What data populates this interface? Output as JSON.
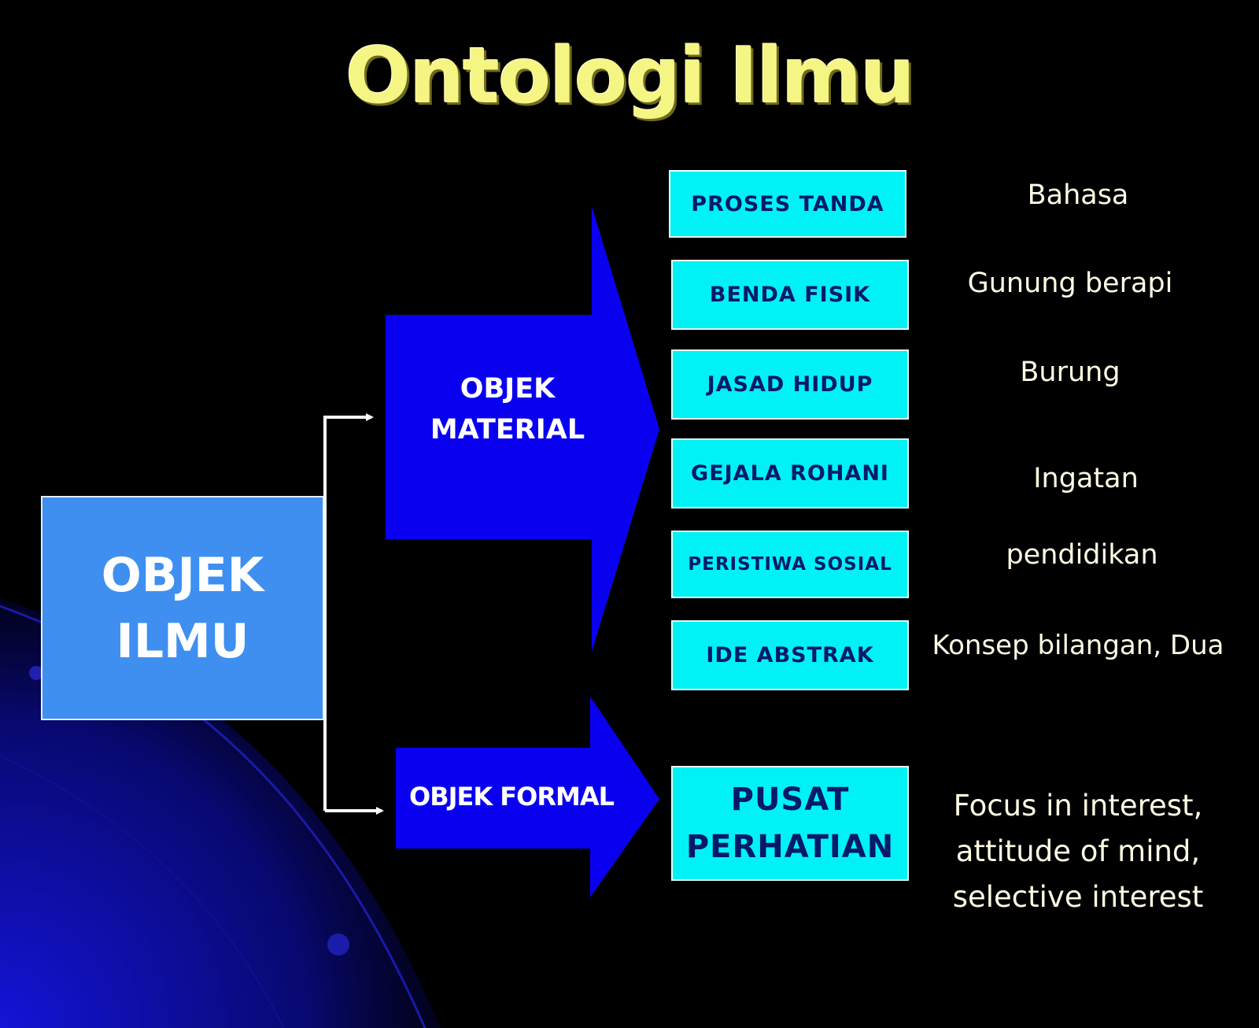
{
  "title": "Ontologi Ilmu",
  "root": {
    "line1": "OBJEK",
    "line2": "ILMU"
  },
  "objek_material": {
    "line1": "OBJEK",
    "line2": "MATERIAL"
  },
  "objek_formal": {
    "label": "OBJEK FORMAL"
  },
  "material_items": [
    {
      "category": "PROSES TANDA",
      "example": "Bahasa"
    },
    {
      "category": "BENDA FISIK",
      "example": "Gunung berapi"
    },
    {
      "category": "JASAD HIDUP",
      "example": "Burung"
    },
    {
      "category": "GEJALA ROHANI",
      "example": "Ingatan"
    },
    {
      "category": "PERISTIWA SOSIAL",
      "example": "pendidikan"
    },
    {
      "category": "IDE ABSTRAK",
      "example": "Konsep bilangan, Dua"
    }
  ],
  "formal_item": {
    "category_line1": "PUSAT",
    "category_line2": "PERHATIAN",
    "example_line1": "Focus in interest,",
    "example_line2": "attitude of mind,",
    "example_line3": "selective interest"
  },
  "colors": {
    "background": "#000000",
    "title": "#f5f584",
    "root_box": "#3e8ff0",
    "arrow": "#0a00f0",
    "category_box": "#00f2f4",
    "category_text": "#061a6a",
    "example_text": "#fffbe4"
  }
}
